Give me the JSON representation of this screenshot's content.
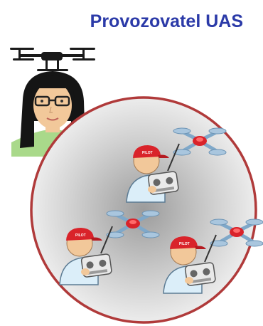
{
  "title": "Provozovatel UAS",
  "colors": {
    "title": "#2b3aa8",
    "circle_border": "#b03a3a",
    "cap": "#d9232a",
    "drone_body": "#d9232a",
    "drone_frame": "#7fa8c9",
    "skin": "#f2c89a",
    "shirt": "#dbeef9",
    "operator_shirt": "#a9d98a",
    "hair": "#151515"
  },
  "operator": {
    "icon": "operator-with-drone-icon"
  },
  "pilots": [
    {
      "icon": "drone-pilot-icon",
      "cap_text": "PILOT"
    },
    {
      "icon": "drone-pilot-icon",
      "cap_text": "PILOT"
    },
    {
      "icon": "drone-pilot-icon",
      "cap_text": "PILOT"
    }
  ]
}
